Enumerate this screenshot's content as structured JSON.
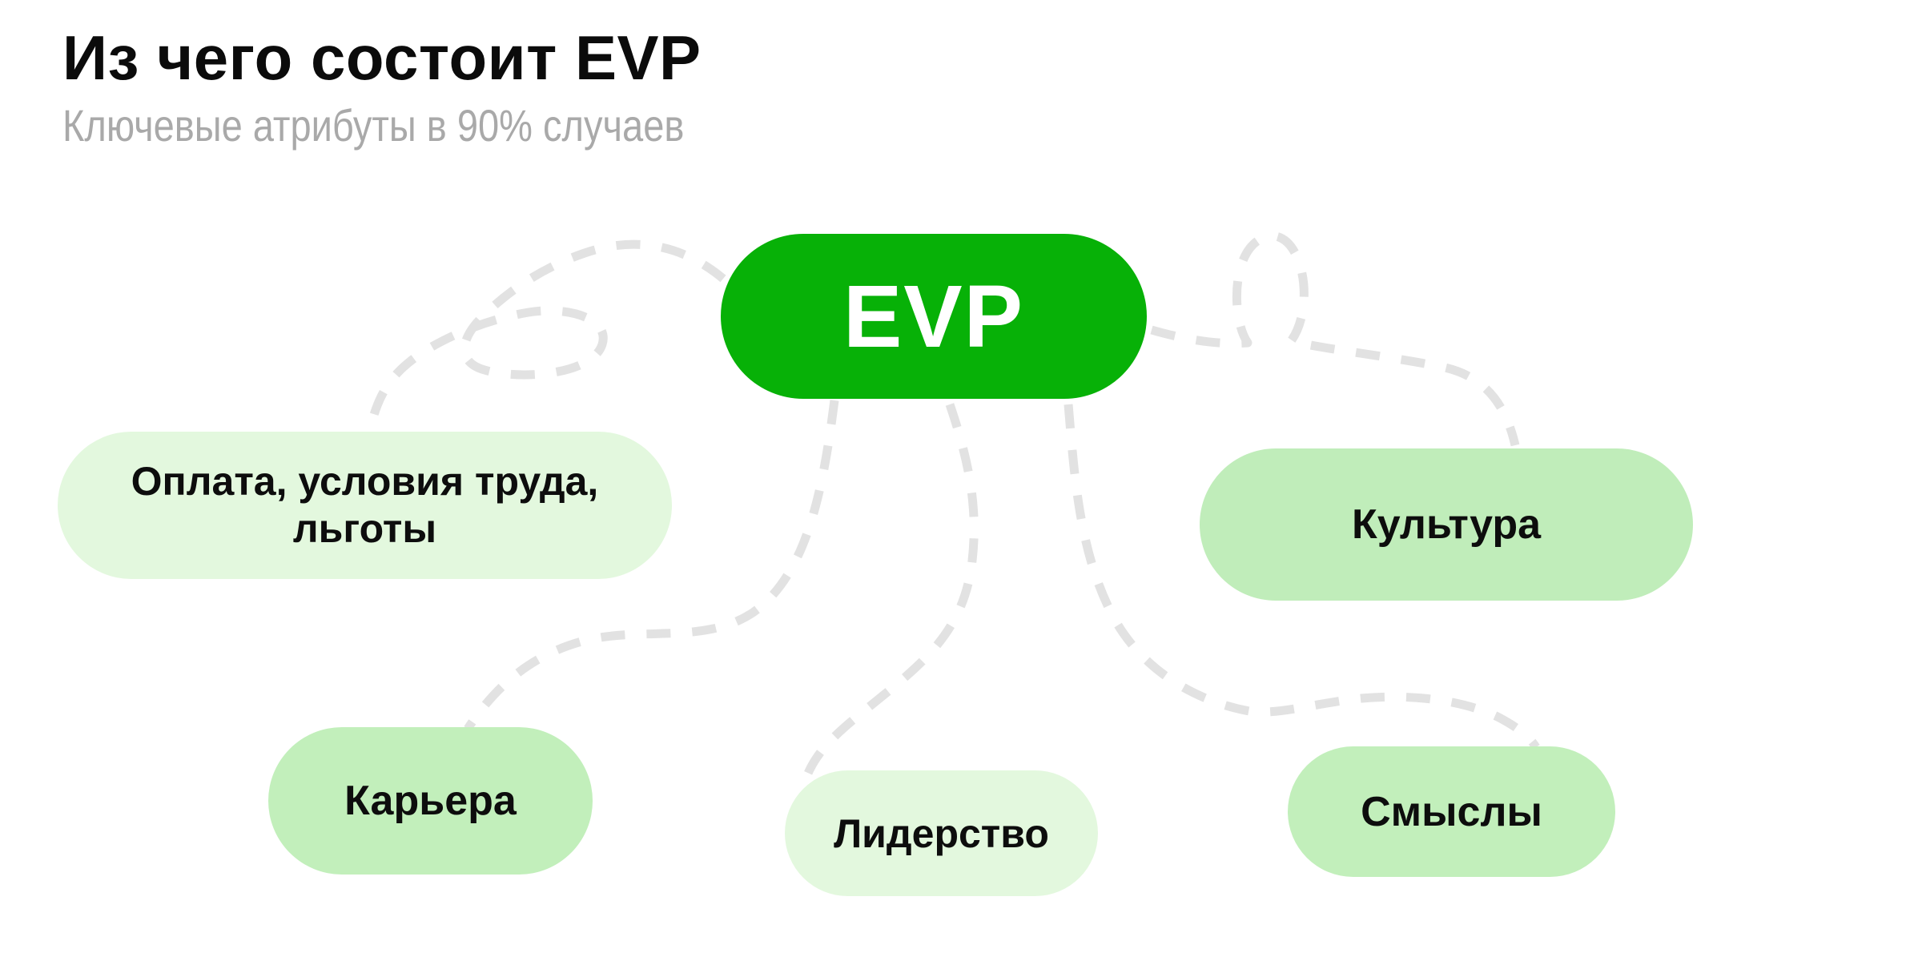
{
  "header": {
    "title": "Из чего состоит EVP",
    "subtitle": "Ключевые атрибуты в 90% случаев"
  },
  "nodes": {
    "evp": {
      "label": "EVP",
      "variant": "primary"
    },
    "pay": {
      "label": "Оплата, условия труда, льготы",
      "variant": "light"
    },
    "culture": {
      "label": "Культура",
      "variant": "medium"
    },
    "career": {
      "label": "Карьера",
      "variant": "medium"
    },
    "leadership": {
      "label": "Лидерство",
      "variant": "light"
    },
    "meanings": {
      "label": "Смыслы",
      "variant": "medium"
    }
  },
  "connectors": [
    {
      "from": "evp",
      "to": "pay"
    },
    {
      "from": "evp",
      "to": "career"
    },
    {
      "from": "evp",
      "to": "leadership"
    },
    {
      "from": "evp",
      "to": "meanings"
    },
    {
      "from": "evp",
      "to": "culture"
    }
  ],
  "colors": {
    "background": "#ffffff",
    "evp_green": "#07b107",
    "pill_green_medium": "#c1eebb",
    "pill_green_light": "#e3f8de",
    "dash_gray": "#e2e2e2",
    "title_text": "#0b0b0b",
    "subtitle_text": "#a9a9a9",
    "pill_text": "#0d0d0d",
    "evp_text": "#ffffff"
  }
}
